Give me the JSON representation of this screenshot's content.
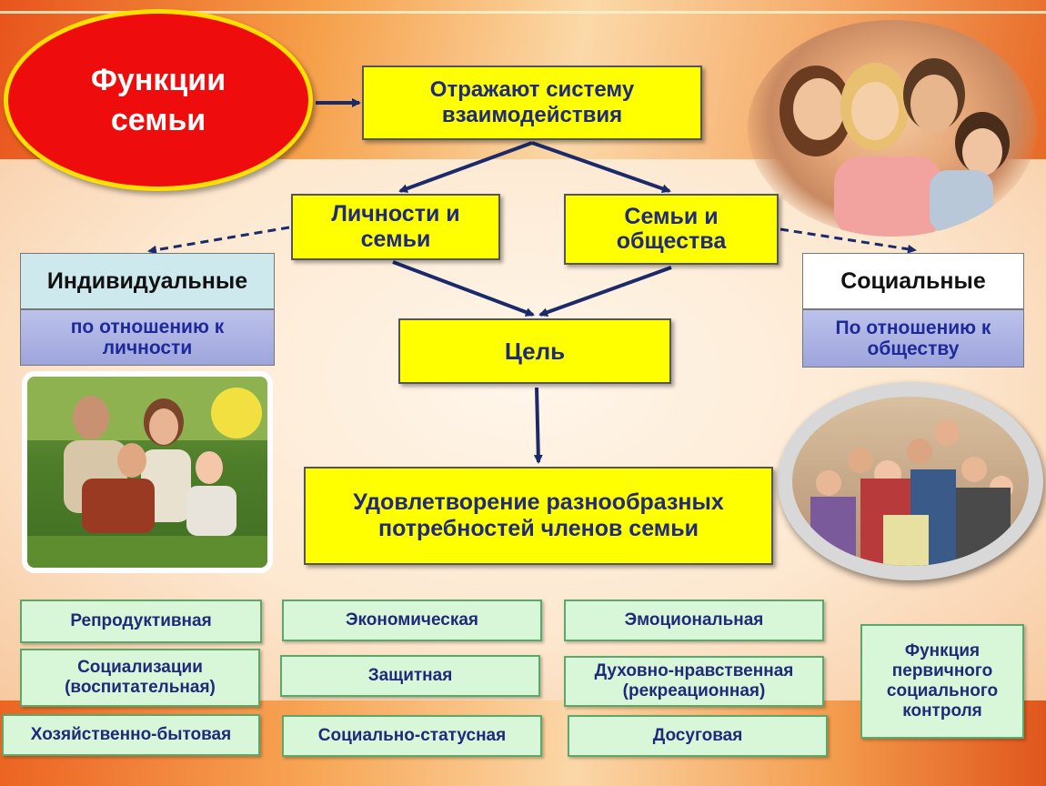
{
  "title": "Функции\nсемьи",
  "reflect": "Отражают систему\nвзаимодействия",
  "personality": "Личности и\nсемьи",
  "society": "Семьи и\nобщества",
  "individual": {
    "title": "Индивидуальные",
    "sub": "по отношению к\nличности"
  },
  "social": {
    "title": "Социальные",
    "sub": "По отношению к\nобществу"
  },
  "goal": "Цель",
  "satisfaction": "Удовлетворение разнообразных\nпотребностей членов семьи",
  "functions": {
    "reproductive": "Репродуктивная",
    "socialization": "Социализации\n(воспитательная)",
    "household": "Хозяйственно-бытовая",
    "economic": "Экономическая",
    "protective": "Защитная",
    "status": "Социально-статусная",
    "emotional": "Эмоциональная",
    "spiritual": "Духовно-нравственная\n(рекреационная)",
    "leisure": "Досуговая",
    "control": "Функция\nпервичного\nсоциального\nконтроля"
  },
  "colors": {
    "ellipse": "#ef0c0c",
    "ellipse_border": "#ffe000",
    "yellow_box": "#ffff00",
    "green_box": "#d8f7d8",
    "arrow": "#1b2a6b",
    "text_blue": "#1f2a7a"
  }
}
